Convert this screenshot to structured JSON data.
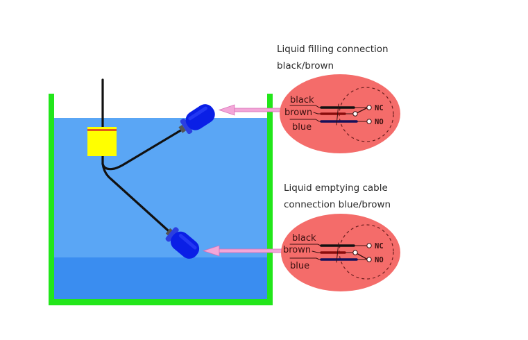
{
  "colors": {
    "tank_wall": "#22e61a",
    "water_upper": "#5aa6f5",
    "water_lower": "#3a8df0",
    "float": "#0a1fe6",
    "controller": "#ffff00",
    "controller_stripe": "#e05a1a",
    "cable": "#111111",
    "arrow": "#f3a6d8",
    "arrow_outline": "#d86fb6",
    "bubble": "#f46c6a",
    "wire_black": "#111111",
    "wire_brown": "#8a0c0c",
    "wire_blue": "#15105a"
  },
  "callouts": [
    {
      "id": "filling",
      "caption_lines": [
        "Liquid filling connection",
        "black/brown"
      ],
      "wires": [
        "black",
        "brown",
        "blue"
      ],
      "terminals": [
        "NC",
        "NO"
      ],
      "switch_closed_to": "NC"
    },
    {
      "id": "emptying",
      "caption_lines": [
        "Liquid emptying cable",
        "connection blue/brown"
      ],
      "wires": [
        "black",
        "brown",
        "blue"
      ],
      "terminals": [
        "NC",
        "NO"
      ],
      "switch_closed_to": "NO"
    }
  ]
}
